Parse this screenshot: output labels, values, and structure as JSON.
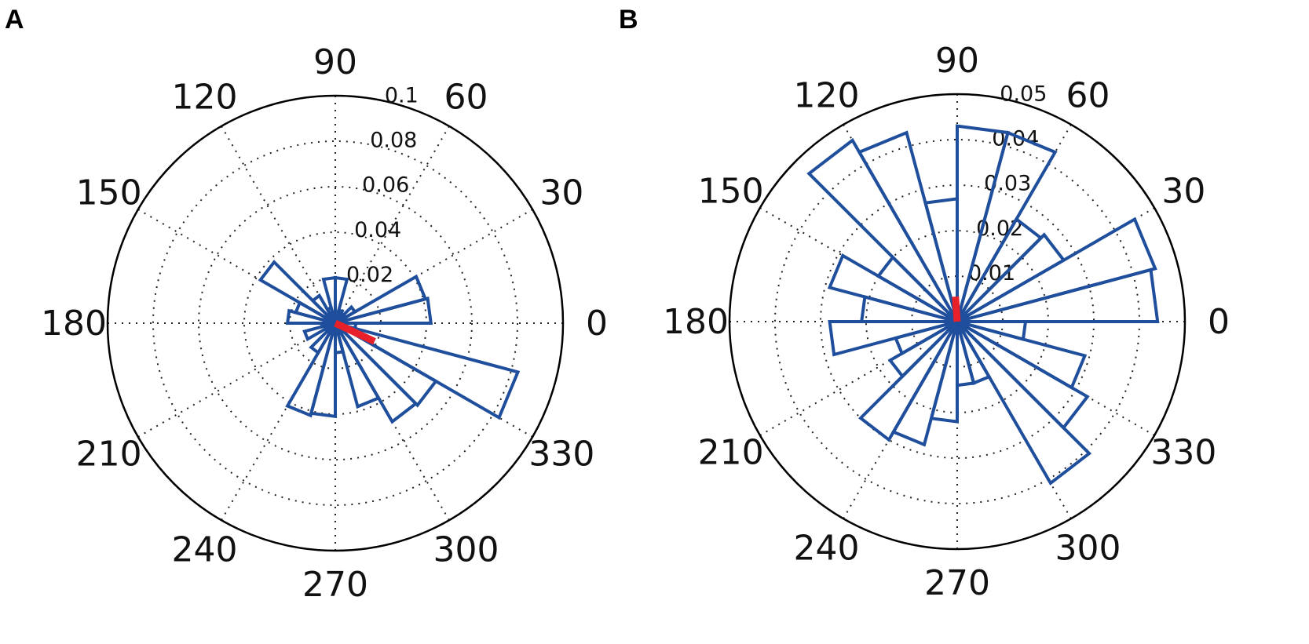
{
  "chart_data": [
    {
      "panel": "A",
      "type": "polar-histogram",
      "angle_ticks": [
        "0",
        "30",
        "60",
        "90",
        "120",
        "150",
        "180",
        "210",
        "240",
        "270",
        "300",
        "330"
      ],
      "radial_ticks": [
        "0.02",
        "0.04",
        "0.06",
        "0.08",
        "0.1"
      ],
      "rmax": 0.1,
      "bins": [
        {
          "start": 0,
          "end": 15,
          "value": 0.042
        },
        {
          "start": 15,
          "end": 30,
          "value": 0.041
        },
        {
          "start": 30,
          "end": 45,
          "value": 0.01
        },
        {
          "start": 45,
          "end": 60,
          "value": 0.005
        },
        {
          "start": 60,
          "end": 75,
          "value": 0.006
        },
        {
          "start": 75,
          "end": 90,
          "value": 0.02
        },
        {
          "start": 90,
          "end": 105,
          "value": 0.02
        },
        {
          "start": 105,
          "end": 120,
          "value": 0.007
        },
        {
          "start": 120,
          "end": 135,
          "value": 0.014
        },
        {
          "start": 135,
          "end": 150,
          "value": 0.038
        },
        {
          "start": 150,
          "end": 165,
          "value": 0.018
        },
        {
          "start": 165,
          "end": 180,
          "value": 0.021
        },
        {
          "start": 180,
          "end": 195,
          "value": 0.006
        },
        {
          "start": 195,
          "end": 210,
          "value": 0.014
        },
        {
          "start": 210,
          "end": 225,
          "value": 0.005
        },
        {
          "start": 225,
          "end": 240,
          "value": 0.015
        },
        {
          "start": 240,
          "end": 255,
          "value": 0.042
        },
        {
          "start": 255,
          "end": 270,
          "value": 0.041
        },
        {
          "start": 270,
          "end": 285,
          "value": 0.013
        },
        {
          "start": 285,
          "end": 300,
          "value": 0.038
        },
        {
          "start": 300,
          "end": 315,
          "value": 0.05
        },
        {
          "start": 315,
          "end": 330,
          "value": 0.051
        },
        {
          "start": 330,
          "end": 345,
          "value": 0.083
        },
        {
          "start": 345,
          "end": 360,
          "value": 0.009
        }
      ],
      "mean_vector": {
        "angle": 335,
        "length": 0.019
      }
    },
    {
      "panel": "B",
      "type": "polar-histogram",
      "angle_ticks": [
        "0",
        "30",
        "60",
        "90",
        "120",
        "150",
        "180",
        "210",
        "240",
        "270",
        "300",
        "330"
      ],
      "radial_ticks": [
        "0.01",
        "0.02",
        "0.03",
        "0.04",
        "0.05"
      ],
      "rmax": 0.05,
      "bins": [
        {
          "start": 0,
          "end": 15,
          "value": 0.044
        },
        {
          "start": 15,
          "end": 30,
          "value": 0.045
        },
        {
          "start": 30,
          "end": 45,
          "value": 0.027
        },
        {
          "start": 45,
          "end": 60,
          "value": 0.026
        },
        {
          "start": 60,
          "end": 75,
          "value": 0.043
        },
        {
          "start": 75,
          "end": 90,
          "value": 0.043
        },
        {
          "start": 90,
          "end": 105,
          "value": 0.027
        },
        {
          "start": 105,
          "end": 120,
          "value": 0.043
        },
        {
          "start": 120,
          "end": 135,
          "value": 0.046
        },
        {
          "start": 135,
          "end": 150,
          "value": 0.02
        },
        {
          "start": 150,
          "end": 165,
          "value": 0.029
        },
        {
          "start": 165,
          "end": 180,
          "value": 0.021
        },
        {
          "start": 180,
          "end": 195,
          "value": 0.028
        },
        {
          "start": 195,
          "end": 210,
          "value": 0.014
        },
        {
          "start": 210,
          "end": 225,
          "value": 0.017
        },
        {
          "start": 225,
          "end": 240,
          "value": 0.03
        },
        {
          "start": 240,
          "end": 255,
          "value": 0.028
        },
        {
          "start": 255,
          "end": 270,
          "value": 0.022
        },
        {
          "start": 270,
          "end": 285,
          "value": 0.014
        },
        {
          "start": 285,
          "end": 300,
          "value": 0.014
        },
        {
          "start": 300,
          "end": 315,
          "value": 0.041
        },
        {
          "start": 315,
          "end": 330,
          "value": 0.033
        },
        {
          "start": 330,
          "end": 345,
          "value": 0.029
        },
        {
          "start": 345,
          "end": 360,
          "value": 0.015
        }
      ],
      "mean_vector": {
        "angle": 94,
        "length": 0.0055
      }
    }
  ],
  "panels": [
    {
      "label": "A"
    },
    {
      "label": "B"
    }
  ],
  "colors": {
    "bins": "#1f4e9c",
    "mean_vector": "#e8202a"
  }
}
